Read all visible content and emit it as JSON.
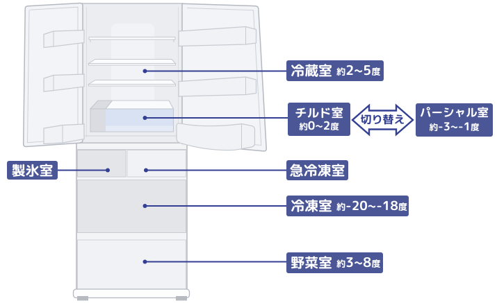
{
  "page": {
    "background": "#ffffff"
  },
  "palette": {
    "label_bg": "#4a5695",
    "label_text": "#ffffff",
    "connector": "#333f92",
    "chilled_blue": "#d9e2f2",
    "illustration_gray": "#e3e5e9"
  },
  "labels": {
    "fridge": {
      "name": "冷蔵室",
      "approx": "約",
      "range": "2~5",
      "unit": "度"
    },
    "chilled": {
      "name": "チルド室",
      "approx": "約",
      "range": "0~2",
      "unit": "度"
    },
    "switch": {
      "text": "切り替え"
    },
    "partial": {
      "name": "パーシャル室",
      "approx": "約",
      "range": "-3~-1",
      "unit": "度"
    },
    "ice": {
      "name": "製氷室"
    },
    "quick_freeze": {
      "name": "急冷凍室"
    },
    "freezer": {
      "name": "冷凍室",
      "approx": "約",
      "range": "-20~-18",
      "unit": "度"
    },
    "vegetable": {
      "name": "野菜室",
      "approx": "約",
      "range": "3~8",
      "unit": "度"
    }
  }
}
